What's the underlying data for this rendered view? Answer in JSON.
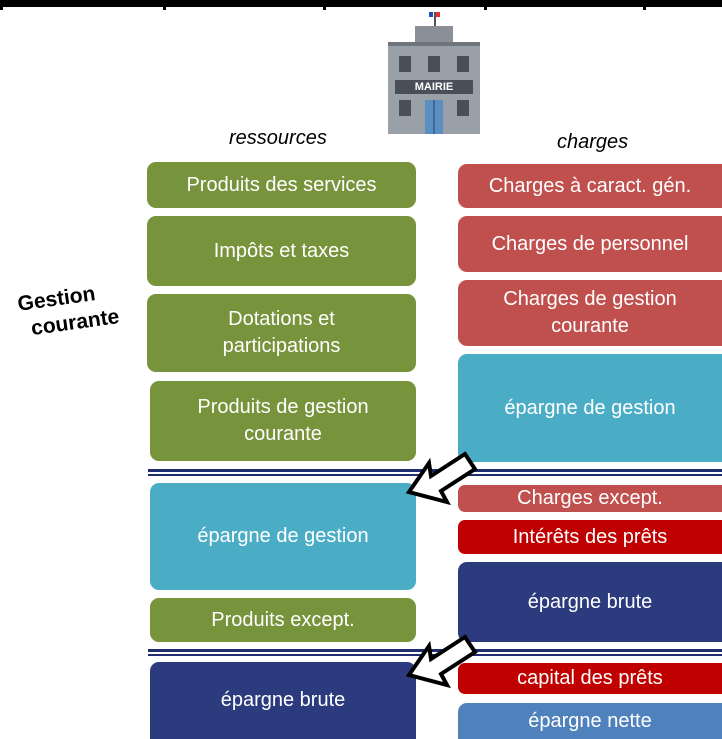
{
  "building": {
    "sign": "MAIRIE"
  },
  "headers": {
    "ressources": "ressources",
    "charges": "charges"
  },
  "side_label": {
    "line1": "Gestion",
    "line2": "courante"
  },
  "ressources": {
    "produits_services": "Produits des services",
    "impots_taxes": "Impôts et taxes",
    "dotations_line1": "Dotations et",
    "dotations_line2": "participations",
    "produits_gestion_line1": "Produits de gestion",
    "produits_gestion_line2": "courante",
    "epargne_gestion": "épargne de gestion",
    "produits_except": "Produits except.",
    "epargne_brute": "épargne brute"
  },
  "charges": {
    "caract_gen": "Charges à caract. gén.",
    "personnel": "Charges de personnel",
    "gestion_line1": "Charges de gestion",
    "gestion_line2": "courante",
    "epargne_gestion": "épargne de gestion",
    "except": "Charges except.",
    "interets": "Intérêts des prêts",
    "epargne_brute": "épargne brute",
    "capital": "capital des prêts",
    "epargne_nette": "épargne nette"
  },
  "colors": {
    "resource_green": "#77933c",
    "charge_pink": "#c0504d",
    "epargne_teal": "#4bacc6",
    "epargne_navy": "#2c3a7e",
    "loan_red": "#c00000",
    "epargne_nette_blue": "#4f81bd"
  }
}
